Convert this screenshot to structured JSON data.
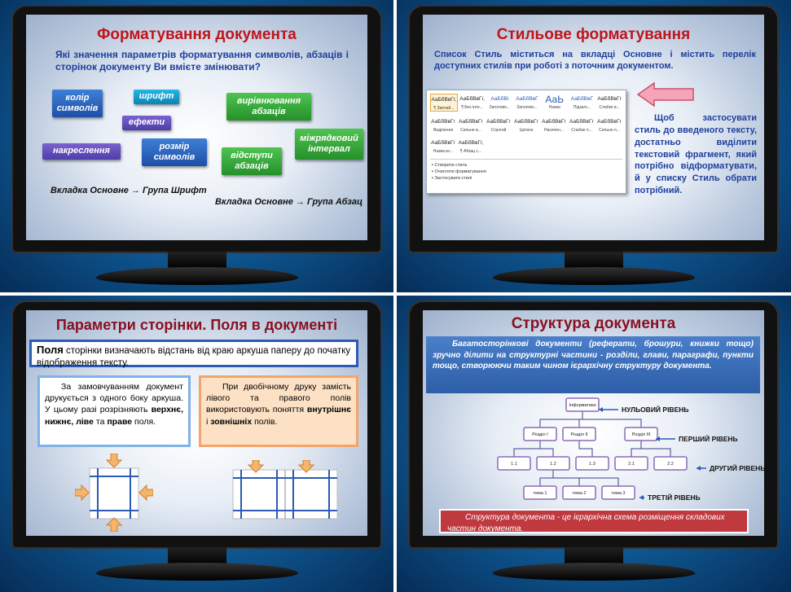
{
  "slide1": {
    "title": "Форматування документа",
    "question": "Які значення параметрів форматування символів, абзаців і сторінок документу Ви вмієте змінювати?",
    "chips": {
      "color": "колір символів",
      "font": "шрифт",
      "effects": "ефекти",
      "underline": "накреслення",
      "size": "розмір символів",
      "align": "вирівнювання абзаців",
      "indent": "відступи абзаців",
      "spacing": "міжрядковий інтервал"
    },
    "caption_font": "Вкладка Основне → Група Шрифт",
    "caption_para": "Вкладка Основне → Група Абзац"
  },
  "slide2": {
    "title": "Стильове форматування",
    "intro": "Список Стиль міститься на вкладці Основне і містить перелік доступних стилів при роботі з поточним документом.",
    "instruction": "Щоб застосувати стиль до введеного тексту, достатньо виділити текстовий фрагмент, який потрібно відформатувати, й у списку Стиль обрати потрібний.",
    "gallery": {
      "rows": [
        [
          {
            "sample": "АаБбВвГг,",
            "name": "¶ Звичай..."
          },
          {
            "sample": "АаБбВвГг,",
            "name": "¶ Без інте..."
          },
          {
            "sample": "АаБбВі",
            "name": "Заголово..."
          },
          {
            "sample": "АаБбВвГ",
            "name": "Заголово..."
          },
          {
            "sample": "АаЬ",
            "name": "Назва"
          },
          {
            "sample": "АаБбВвГ",
            "name": "Підзаго..."
          },
          {
            "sample": "АаБбВвГг",
            "name": "Слабке в..."
          }
        ],
        [
          {
            "sample": "АаБбВвГг",
            "name": "Виділення"
          },
          {
            "sample": "АаБбВвГг",
            "name": "Сильне в..."
          },
          {
            "sample": "АаБбВвГг",
            "name": "Строгий"
          },
          {
            "sample": "АаБбВвГг",
            "name": "Цитата"
          },
          {
            "sample": "АаБбВвГг",
            "name": "Насичен..."
          },
          {
            "sample": "АаБбВвГг",
            "name": "Слабке п..."
          },
          {
            "sample": "АаБбВвГг",
            "name": "Сильне п..."
          }
        ],
        [
          {
            "sample": "АаБбВвГг",
            "name": "Назва кн..."
          },
          {
            "sample": "АаБбВвГг,",
            "name": "¶ Абзац с..."
          }
        ]
      ],
      "menu": [
        "Створити стиль",
        "Очистити форматування",
        "Застосувати стилі"
      ]
    }
  },
  "slide3": {
    "title": "Параметри сторінки. Поля в документі",
    "lead_bold": "Поля",
    "lead_rest": " сторінки визначають відстань від краю аркуша паперу до початку відображення тексту.",
    "left_text_1": "За замовчуванням документ друкується з одного боку аркуша. У цьому разі розрізняють ",
    "left_bold": "верхнє, нижнє, ліве",
    "left_mid": " та ",
    "left_bold2": "праве",
    "left_end": " поля.",
    "right_text_1": "При двобічному друку замість лівого та правого полів використовують поняття ",
    "right_bold": "внутрішнє",
    "right_mid": " і ",
    "right_bold2": "зовнішніх",
    "right_end": " полів."
  },
  "slide4": {
    "title": "Структура документа",
    "intro": "Багатосторінкові документи (реферати, брошури, книжки тощо) зручно ділити на структурні частини - розділи, глави, параграфи, пункти тощо, створюючи таким чином ієрархічну структуру документа.",
    "root": "Інформатика",
    "level1": [
      "Розділ І",
      "Розділ ІІ",
      "Розділ ІІІ"
    ],
    "level2": [
      "1.1",
      "1.2",
      "1.3",
      "2.1",
      "2.2"
    ],
    "level3": [
      "тема 1",
      "тема 2",
      "тема 3"
    ],
    "levels": [
      "НУЛЬОВИЙ РІВЕНЬ",
      "ПЕРШИЙ РІВЕНЬ",
      "ДРУГИЙ РІВЕНЬ",
      "ТРЕТІЙ РІВЕНЬ"
    ],
    "definition": "Структура документа - це ієрархічна схема розміщення складових частин документа."
  },
  "colors": {
    "title_red": "#c0141b",
    "accent_blue": "#1f3f9c",
    "arrow_blue": "#2a5bb5"
  }
}
